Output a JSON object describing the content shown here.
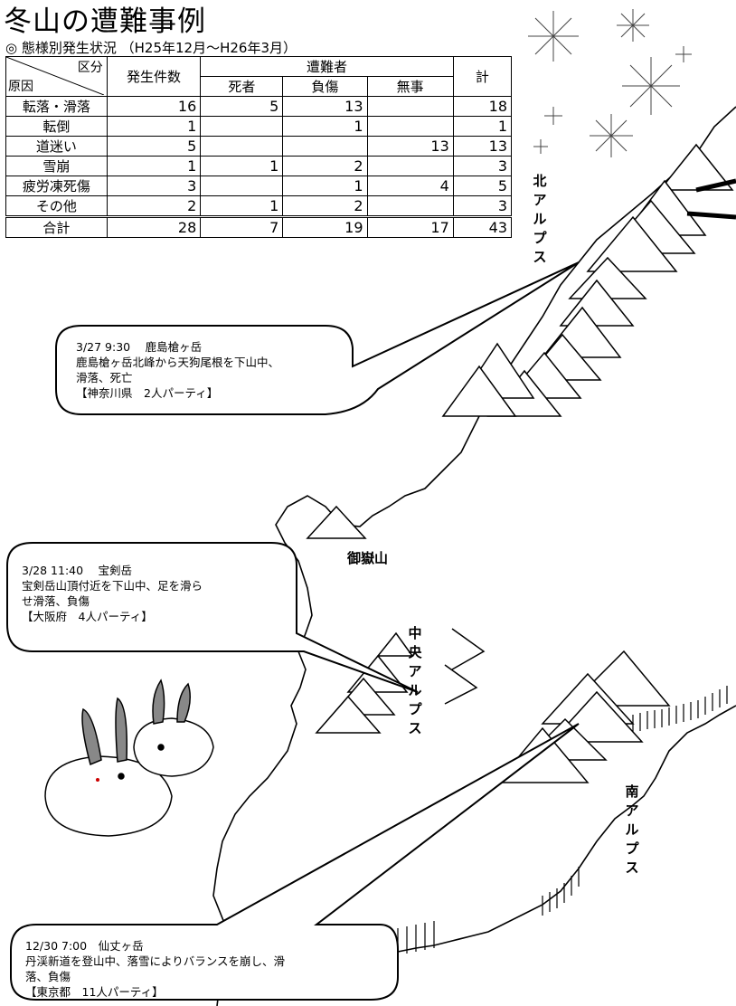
{
  "title": "冬山の遭難事例",
  "subtitle": "◎ 態様別発生状況 （H25年12月～H26年3月）",
  "table": {
    "corner_top": "区分",
    "corner_bottom": "原因",
    "col_count": "発生件数",
    "group_victims": "遭難者",
    "col_dead": "死者",
    "col_injured": "負傷",
    "col_safe": "無事",
    "col_total": "計",
    "rows": [
      {
        "cause": "転落・滑落",
        "count": "16",
        "dead": "5",
        "injured": "13",
        "safe": "",
        "total": "18"
      },
      {
        "cause": "転倒",
        "count": "1",
        "dead": "",
        "injured": "1",
        "safe": "",
        "total": "1"
      },
      {
        "cause": "道迷い",
        "count": "5",
        "dead": "",
        "injured": "",
        "safe": "13",
        "total": "13"
      },
      {
        "cause": "雪崩",
        "count": "1",
        "dead": "1",
        "injured": "2",
        "safe": "",
        "total": "3"
      },
      {
        "cause": "疲労凍死傷",
        "count": "3",
        "dead": "",
        "injured": "1",
        "safe": "4",
        "total": "5"
      },
      {
        "cause": "その他",
        "count": "2",
        "dead": "1",
        "injured": "2",
        "safe": "",
        "total": "3"
      }
    ],
    "sum": {
      "cause": "合計",
      "count": "28",
      "dead": "7",
      "injured": "19",
      "safe": "17",
      "total": "43"
    }
  },
  "callouts": [
    {
      "line1": "3/27 9:30　 鹿島槍ヶ岳",
      "line2": "鹿島槍ヶ岳北峰から天狗尾根を下山中、",
      "line3": "滑落、死亡",
      "line4": "【神奈川県　2人パーティ】"
    },
    {
      "line1": "3/28 11:40　 宝剣岳",
      "line2": "宝剣岳山頂付近を下山中、足を滑ら",
      "line3": "せ滑落、負傷",
      "line4": "【大阪府　4人パーティ】"
    },
    {
      "line1": "12/30 7:00　仙丈ヶ岳",
      "line2": "丹渓新道を登山中、落雪によりバランスを崩し、滑",
      "line3": "落、負傷",
      "line4": "【東京都　11人パーティ】"
    }
  ],
  "labels": {
    "north_alps": [
      "北",
      "ア",
      "ル",
      "プ",
      "ス"
    ],
    "mt_ontake": "御嶽山",
    "central_alps": [
      "中",
      "央",
      "ア",
      "ル",
      "プ",
      "ス"
    ],
    "south_alps": [
      "南",
      "ア",
      "ル",
      "プ",
      "ス"
    ]
  }
}
